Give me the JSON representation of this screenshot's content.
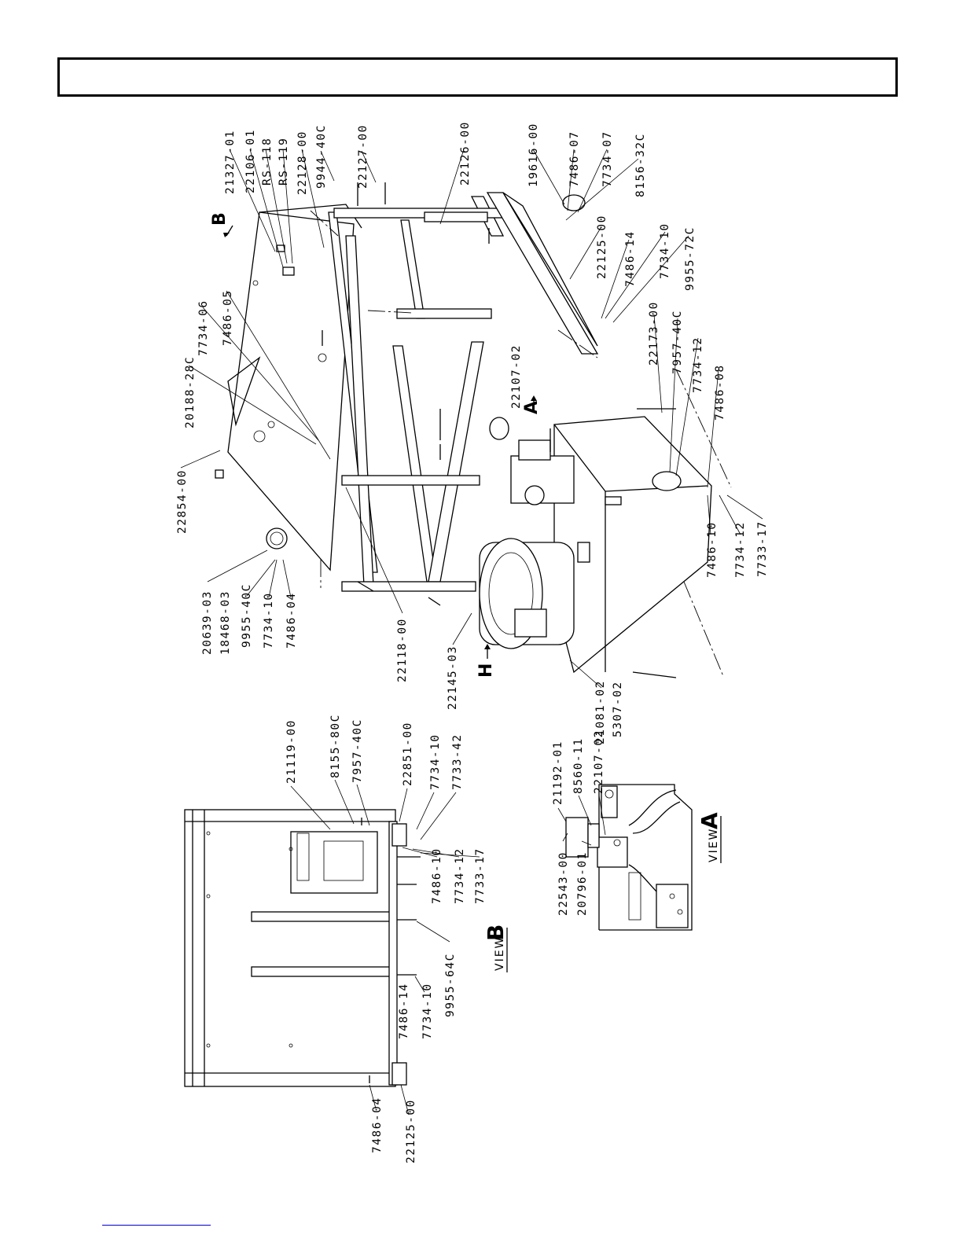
{
  "header": {
    "title": ""
  },
  "main_view": {
    "callouts": [
      "22854-00",
      "20188-28C",
      "7734-06",
      "7486-05",
      "21327-01",
      "22106-01",
      "RS-118",
      "RS-119",
      "22128-00",
      "9944-40C",
      "22127-00",
      "22126-00",
      "19616-00",
      "7486-07",
      "7734-07",
      "8156-32C",
      "22125-00",
      "7486-14",
      "7734-10",
      "9955-72C",
      "22173-00",
      "7957-40C",
      "7734-12",
      "7486-08",
      "22107-02",
      "7486-10",
      "7734-12",
      "7733-17",
      "20639-03",
      "18468-03",
      "9955-40C",
      "7734-10",
      "7486-04",
      "22118-00",
      "22145-03",
      "21081-02",
      "5307-02"
    ],
    "view_markers": {
      "b": "B",
      "a": "A",
      "h": "H"
    }
  },
  "view_b": {
    "caption_word": "VIEW",
    "caption_letter": "B",
    "callouts": [
      "21119-00",
      "8155-80C",
      "7957-40C",
      "22851-00",
      "7734-10",
      "7733-42",
      "7486-10",
      "7734-12",
      "7733-17",
      "9955-64C",
      "7486-14",
      "7734-10",
      "7486-04",
      "22125-00"
    ]
  },
  "view_a": {
    "caption_word": "VIEW",
    "caption_letter": "A",
    "callouts": [
      "21192-01",
      "8560-11",
      "22107-02",
      "22543-00",
      "20796-01"
    ]
  }
}
